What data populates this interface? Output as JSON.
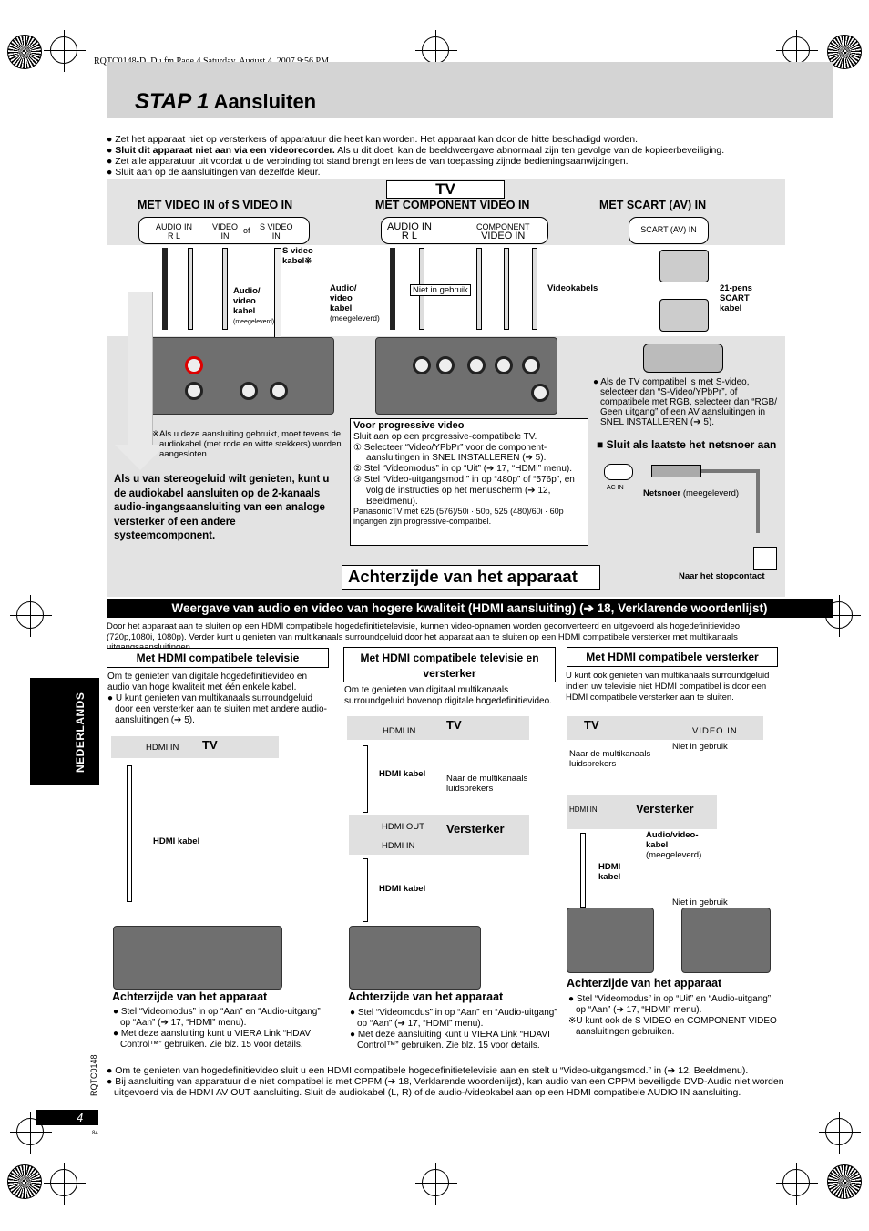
{
  "file_header": "RQTC0148-D_Du.fm  Page 4  Saturday, August 4, 2007  9:56 PM",
  "title": {
    "stap": "STAP 1",
    "text": " Aansluiten"
  },
  "intro": [
    "Zet het apparaat niet op versterkers of apparatuur die heet kan worden. Het apparaat kan door de hitte beschadigd worden.",
    "Sluit dit apparaat niet aan via een videorecorder.",
    " Als u dit doet, kan de beeldweergave abnormaal zijn ten gevolge van de kopieerbeveiliging.",
    "Zet alle apparatuur uit voordat u de verbinding tot stand brengt en lees de van toepassing zijnde bedieningsaanwijzingen.",
    "Sluit aan op de aansluitingen van dezelfde kleur."
  ],
  "tv_label": "TV",
  "sections": {
    "video_in": "MET VIDEO IN of S VIDEO IN",
    "component_in": "MET COMPONENT VIDEO IN",
    "scart_in": "MET SCART (AV) IN"
  },
  "jacks": {
    "audio_in": "AUDIO IN",
    "rl": "R      L",
    "video": "VIDEO",
    "of": "of",
    "s_video": "S VIDEO",
    "in": "IN",
    "component": "COMPONENT",
    "video_in": "VIDEO IN",
    "scart": "SCART (AV) IN"
  },
  "labels": {
    "s_video_kabel": "S video kabel",
    "audio_video_kabel": "Audio/ video kabel",
    "meegeleverd": "(meegeleverd)",
    "niet_in_gebruik": "Niet in gebruik",
    "videokabels": "Videokabels",
    "scart_kabel": "21-pens SCART kabel",
    "s_video_note": "Als u deze aansluiting gebruikt, moet tevens de audiokabel (met rode en witte stekkers) worden aangesloten.",
    "scart_note": "Als de TV compatibel is met S-video, selecteer dan “S-Video/YPbPr”, of compatibele met RGB, selecteer dan “RGB/ Geen uitgang” of een AV aansluitingen in SNEL INSTALLEREN (➔ 5).",
    "stereo_note": "Als u van stereogeluid wilt genieten, kunt u de audiokabel aansluiten op de 2-kanaals audio-ingangsaansluiting van een analoge versterker of een andere systeemcomponent.",
    "netsnoer_hd": "Sluit als laatste het netsnoer aan",
    "netsnoer": "Netsnoer",
    "meegeleverd2": " (meegeleverd)",
    "stopcontact": "Naar het stopcontact",
    "ac_in": "AC IN"
  },
  "progressive": {
    "title": "Voor progressive video",
    "line1": "Sluit aan op een progressive-compatibele TV.",
    "step1": "Selecteer “Video/YPbPr” voor de component-aansluitingen in SNEL INSTALLEREN (➔ 5).",
    "step2": "Stel “Videomodus” in op “Uit” (➔ 17, “HDMI” menu).",
    "step3": "Stel “Video-uitgangsmod.” in op “480p” of “576p”, en volg de instructies op het menuscherm (➔ 12, Beeldmenu).",
    "note": "PanasonicTV met 625 (576)/50i · 50p, 525 (480)/60i · 60p ingangen zijn progressive-compatibel."
  },
  "rear_title": "Achterzijde van het apparaat",
  "hdmi_bar": "Weergave van audio en video van hogere kwaliteit (HDMI aansluiting) (➔ 18, Verklarende woordenlijst)",
  "hdmi_intro": "Door het apparaat aan te sluiten op een HDMI compatibele hogedefinitietelevisie, kunnen video-opnamen worden geconverteerd en uitgevoerd als hogedefinitievideo (720p,1080i, 1080p). Verder kunt u genieten van multikanaals surroundgeluid door het apparaat aan te sluiten op een HDMI compatibele versterker met multikanaals uitgangsaansluitingen.",
  "side_tab": "NEDERLANDS",
  "hdmi_cols": [
    {
      "head": "Met HDMI compatibele televisie",
      "body": "Om te genieten van digitale hogedefinitievideo en audio van hoge kwaliteit met één enkele kabel.",
      "bullet": "U kunt genieten van multikanaals surroundgeluid door een versterker aan te sluiten met andere audio-aansluitingen (➔ 5).",
      "hdmi_in": "HDMI IN",
      "hdmi_kabel": "HDMI kabel",
      "rear": "Achterzijde van het apparaat",
      "notes": [
        "Stel “Videomodus” in op “Aan” en “Audio-uitgang” op “Aan” (➔ 17, “HDMI” menu).",
        "Met deze aansluiting kunt u VIERA Link “HDAVI Control™” gebruiken. Zie blz. 15 voor details."
      ]
    },
    {
      "head": "Met HDMI compatibele televisie en versterker",
      "body": "Om te genieten van digitaal multikanaals surroundgeluid bovenop digitale hogedefinitievideo.",
      "hdmi_in": "HDMI IN",
      "hdmi_out": "HDMI OUT",
      "hdmi_kabel": "HDMI kabel",
      "multi": "Naar de multikanaals luidsprekers",
      "versterker": "Versterker",
      "rear": "Achterzijde van het apparaat",
      "notes": [
        "Stel “Videomodus” in op “Aan” en “Audio-uitgang” op “Aan” (➔ 17, “HDMI” menu).",
        "Met deze aansluiting kunt u VIERA Link “HDAVI Control™” gebruiken. Zie blz. 15 voor details."
      ]
    },
    {
      "head": "Met HDMI compatibele versterker",
      "body": "U kunt ook genieten van multikanaals surroundgeluid indien uw televisie niet HDMI compatibel is door een HDMI compatibele versterker aan te sluiten.",
      "video_in": "VIDEO IN",
      "niet": "Niet in gebruik",
      "multi": "Naar de multikanaals luidsprekers",
      "hdmi_in": "HDMI IN",
      "versterker": "Versterker",
      "av_kabel": "Audio/video-kabel",
      "meegeleverd": "(meegeleverd)",
      "hdmi_kabel": "HDMI kabel",
      "rear": "Achterzijde van het apparaat",
      "notes": [
        "Stel “Videomodus” in op “Uit” en “Audio-uitgang” op “Aan” (➔ 17, “HDMI” menu).",
        "U kunt ook de S VIDEO en COMPONENT VIDEO aansluitingen gebruiken."
      ]
    }
  ],
  "footer": [
    "Om te genieten van hogedefinitievideo sluit u een HDMI compatibele hogedefinitietelevisie aan en stelt u “Video-uitgangsmod.” in (➔ 12, Beeldmenu).",
    "Bij aansluiting van apparatuur die niet compatibel is met CPPM (➔ 18, Verklarende woordenlijst), kan audio van een CPPM beveiligde DVD-Audio niet worden uitgevoerd via de HDMI AV OUT aansluiting. Sluit de audiokabel (L, R) of de audio-/videokabel aan op een HDMI compatibele AUDIO IN aansluiting."
  ],
  "page_number": "4",
  "doc_code": "RQTC0148",
  "small_num": "84"
}
